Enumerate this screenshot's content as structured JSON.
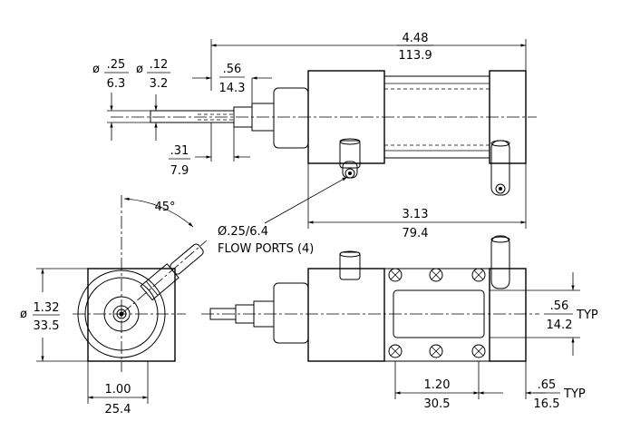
{
  "diameter_symbol": "ø",
  "dimensions": {
    "overall_length": {
      "in": "4.48",
      "mm": "113.9"
    },
    "rod_diameter": {
      "in": ".25",
      "mm": "6.3"
    },
    "rod_tip_diameter": {
      "in": ".12",
      "mm": "3.2"
    },
    "rod_extension": {
      "in": ".56",
      "mm": "14.3"
    },
    "rod_tip_length": {
      "in": ".31",
      "mm": "7.9"
    },
    "port_spacing": {
      "in": "3.13",
      "mm": "79.4"
    },
    "body_diameter": {
      "in": "1.32",
      "mm": "33.5"
    },
    "body_width": {
      "in": "1.00",
      "mm": "25.4"
    },
    "mount_hole_spacing_x": {
      "in": "1.20",
      "mm": "30.5"
    },
    "mount_hole_spacing_y": {
      "in": ".56",
      "mm": "14.2",
      "suffix": "TYP"
    },
    "mount_hole_edge": {
      "in": ".65",
      "mm": "16.5",
      "suffix": "TYP"
    }
  },
  "port_angle": "45°",
  "flow_ports": {
    "size": "Ø.25/6.4",
    "label": "FLOW PORTS (4)"
  }
}
